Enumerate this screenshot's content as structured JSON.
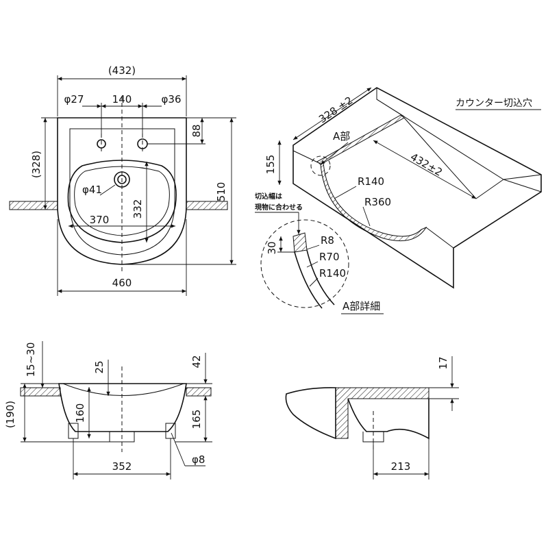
{
  "top_view": {
    "overall_width": "(432)",
    "depth": "(328)",
    "hole_left": "φ27",
    "hole_spacing": "140",
    "hole_right": "φ36",
    "hole_offset": "88",
    "drain": "φ41",
    "bowl_width": "370",
    "bowl_depth": "332",
    "total_depth": "510",
    "base_width": "460"
  },
  "iso_view": {
    "title": "カウンター切込穴",
    "depth_dim": "328 ±2",
    "detail_ref": "A部",
    "width_dim": "432±2",
    "height_dim": "155",
    "radius_1": "R140",
    "radius_2": "R360"
  },
  "detail": {
    "note_line1": "切込幅は",
    "note_line2": "現物に合わせる",
    "dim_30": "30",
    "r8": "R8",
    "r70": "R70",
    "r140": "R140",
    "caption": "A部詳細"
  },
  "front_view": {
    "range": "15~30",
    "thickness": "(190)",
    "d25": "25",
    "d160": "160",
    "d42": "42",
    "d165": "165",
    "bolt": "φ8",
    "bolt_span": "352"
  },
  "side_view": {
    "d17": "17",
    "d213": "213"
  }
}
